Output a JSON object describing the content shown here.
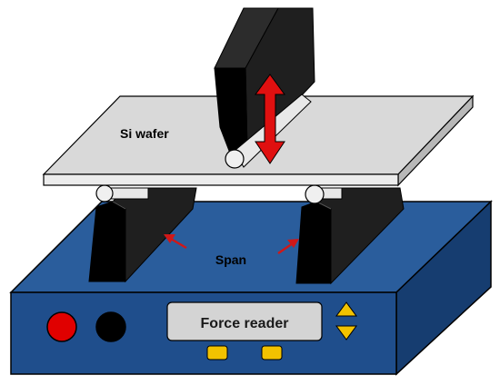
{
  "labels": {
    "wafer": "Si wafer",
    "span": "Span",
    "display": "Force reader"
  },
  "colors": {
    "base_front": "#1f4e8c",
    "base_top": "#2a5d9c",
    "base_side": "#163d70",
    "wafer": "#d9d9d9",
    "support": "#1f1f1f",
    "force_arrow": "#e01010",
    "span_arrow": "#d01818",
    "red_terminal": "#e00000",
    "black_terminal": "#000000",
    "display_bg": "#d4d4d4",
    "buttons": "#f2c200"
  },
  "icons": {
    "force": "double-vertical-arrow-icon",
    "span_markers": "diagonal-arrow-icon",
    "controls": "triangle-up-down-icon"
  }
}
